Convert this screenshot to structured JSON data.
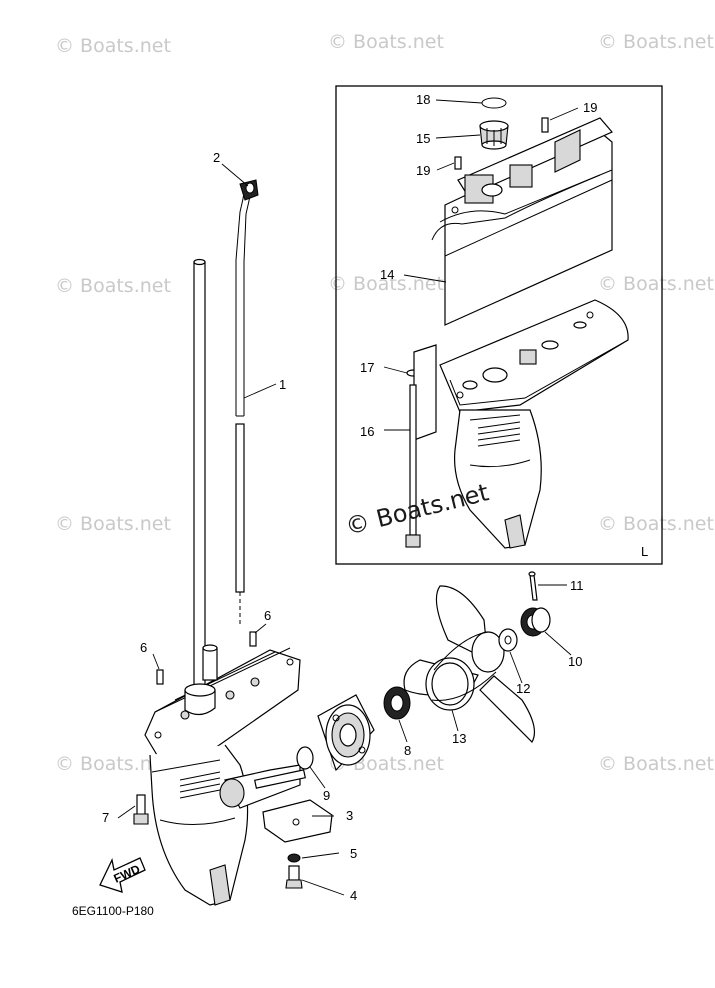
{
  "watermarks": [
    "© Boats.net",
    "© Boats.net",
    "© Boats.net",
    "© Boats.net",
    "© Boats.net",
    "© Boats.net",
    "© Boats.net",
    "© Boats.net",
    "© Boats.net",
    "© Boats.net",
    "© Boats.net"
  ],
  "center_watermark": "© Boats.net",
  "inset_corner_label": "L",
  "part_labels": [
    "1",
    "2",
    "3",
    "4",
    "5",
    "6",
    "6",
    "7",
    "8",
    "9",
    "10",
    "11",
    "12",
    "13",
    "14",
    "15",
    "16",
    "17",
    "18",
    "19",
    "19"
  ],
  "diagram_code": "6EG1100-P180",
  "fwd_label": "FWD"
}
